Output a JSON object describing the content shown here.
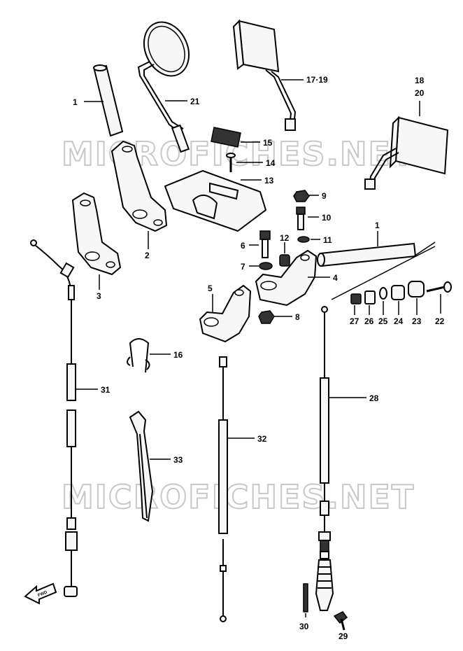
{
  "watermark": "MICROFICHES.NET",
  "direction_label": "FWD",
  "labels": {
    "p1a": "1",
    "p1b": "1",
    "p2": "2",
    "p3": "3",
    "p4": "4",
    "p5": "5",
    "p6": "6",
    "p7": "7",
    "p8": "8",
    "p9": "9",
    "p10": "10",
    "p11": "11",
    "p12": "12",
    "p13": "13",
    "p14": "14",
    "p15": "15",
    "p16": "16",
    "p17_19": "17·19",
    "p18": "18",
    "p20": "20",
    "p21": "21",
    "p22": "22",
    "p23": "23",
    "p24": "24",
    "p25": "25",
    "p26": "26",
    "p27": "27",
    "p28": "28",
    "p29": "29",
    "p30": "30",
    "p31": "31",
    "p32": "32",
    "p33": "33"
  }
}
